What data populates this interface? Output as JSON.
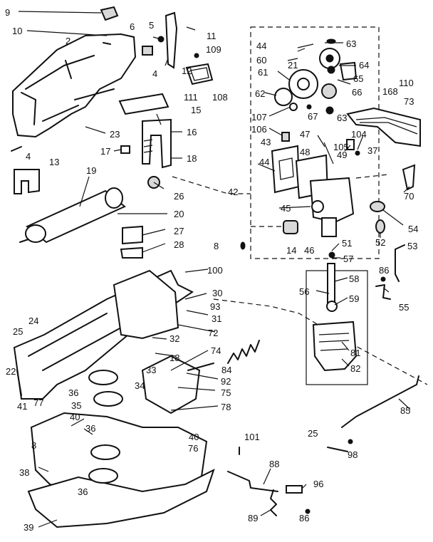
{
  "part_labels": [
    "9",
    "10",
    "6",
    "5",
    "11",
    "2",
    "109",
    "4",
    "12",
    "111",
    "108",
    "15",
    "23",
    "16",
    "4",
    "17",
    "18",
    "13",
    "19",
    "26",
    "20",
    "27",
    "28",
    "8",
    "14",
    "100",
    "30",
    "31",
    "24",
    "93",
    "72",
    "25",
    "32",
    "18",
    "74",
    "22",
    "33",
    "84",
    "36",
    "34",
    "92",
    "77",
    "75",
    "35",
    "40",
    "78",
    "41",
    "36",
    "40",
    "8",
    "76",
    "38",
    "36",
    "39",
    "44",
    "63",
    "60",
    "64",
    "21",
    "61",
    "65",
    "62",
    "66",
    "67",
    "63",
    "107",
    "106",
    "47",
    "105",
    "104",
    "110",
    "168",
    "73",
    "43",
    "48",
    "49",
    "37",
    "44",
    "42",
    "45",
    "46",
    "51",
    "57",
    "58",
    "56",
    "59",
    "81",
    "82",
    "70",
    "54",
    "52",
    "53",
    "86",
    "55",
    "85",
    "101",
    "25",
    "98",
    "88",
    "96",
    "89",
    "86"
  ]
}
